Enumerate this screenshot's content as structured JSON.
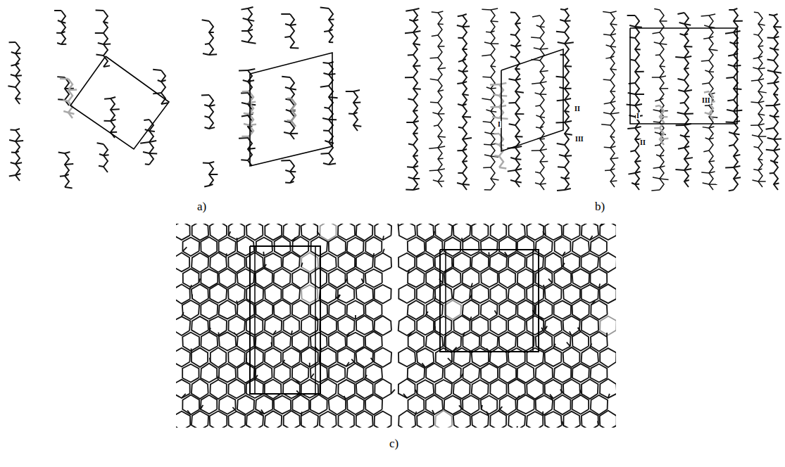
{
  "diagram": {
    "labels": [
      "a)",
      "b)",
      "I",
      "II",
      "III",
      "I",
      "III",
      "II",
      "c)"
    ]
  }
}
